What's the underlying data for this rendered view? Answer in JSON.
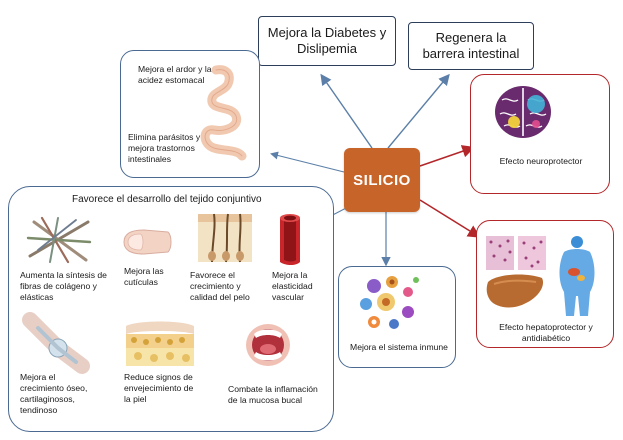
{
  "center": {
    "label": "SILICIO"
  },
  "top_boxes": {
    "diabetes": "Mejora la Diabetes y Dislipemia",
    "barrera": "Regenera la barrera intestinal"
  },
  "stomach_box": {
    "text1": "Mejora el ardor y la acidez estomacal",
    "text2": "Elimina parásitos y mejora trastornos intestinales"
  },
  "neuro_box": {
    "label": "Efecto neuroprotector"
  },
  "hepato_box": {
    "label": "Efecto hepatoprotector y antidiabético"
  },
  "immune_box": {
    "label": "Mejora el sistema inmune"
  },
  "connective": {
    "title": "Favorece el desarrollo del tejido conjuntivo",
    "items": [
      {
        "label": "Aumenta la síntesis de fibras de colágeno y elásticas"
      },
      {
        "label": "Mejora las cutículas"
      },
      {
        "label": "Favorece el crecimiento y calidad del pelo"
      },
      {
        "label": "Mejora la elasticidad vascular"
      },
      {
        "label": "Mejora el crecimiento óseo, cartilaginosos, tendinoso"
      },
      {
        "label": "Reduce signos de envejecimiento de la piel"
      },
      {
        "label": "Combate la inflamación de la mucosa bucal"
      }
    ]
  },
  "colors": {
    "center": "#c7642a",
    "blue_border": "#4a6a92",
    "red_border": "#b3272a",
    "blue_arrow": "#5b7fa8",
    "red_arrow": "#b3272a"
  },
  "icons": [
    "intestine-icon",
    "brain-icon",
    "liver-icon",
    "body-icon",
    "cells-icon",
    "collagen-icon",
    "fingernail-icon",
    "hair-follicle-icon",
    "blood-vessel-icon",
    "joint-icon",
    "skin-layers-icon",
    "mouth-icon"
  ]
}
